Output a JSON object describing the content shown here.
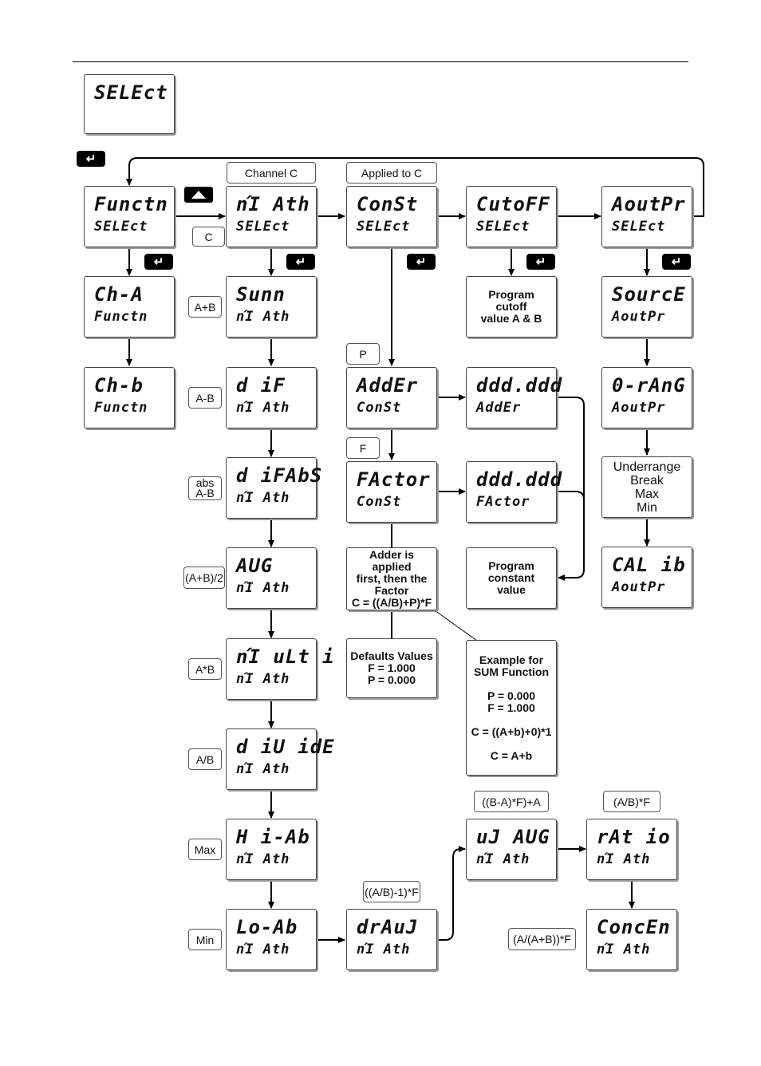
{
  "nodes": {
    "select_root": {
      "l1": "SELEct",
      "l2": ""
    },
    "functn": {
      "l1": "Functn",
      "l2": "SELEct"
    },
    "ch_a": {
      "l1": "Ch-A",
      "l2": "Functn"
    },
    "ch_b": {
      "l1": "Ch-b",
      "l2": "Functn"
    },
    "math": {
      "l1": "nΊ Ath",
      "l2": "SELEct"
    },
    "sum": {
      "l1": "Sunn",
      "l2": "nΊ Ath"
    },
    "dif": {
      "l1": "d iF",
      "l2": "nΊ Ath"
    },
    "difabs": {
      "l1": "d iFAbS",
      "l2": "nΊ Ath"
    },
    "avg": {
      "l1": "AUG",
      "l2": "nΊ Ath"
    },
    "multi": {
      "l1": "nΊ uLt i",
      "l2": "nΊ Ath"
    },
    "divide": {
      "l1": "d iU idE",
      "l2": "nΊ Ath"
    },
    "hiab": {
      "l1": "H i-Ab",
      "l2": "nΊ Ath"
    },
    "loab": {
      "l1": "Lo-Ab",
      "l2": "nΊ Ath"
    },
    "const": {
      "l1": "ConSt",
      "l2": "SELEct"
    },
    "adder": {
      "l1": "AddEr",
      "l2": "ConSt"
    },
    "factor": {
      "l1": "FActor",
      "l2": "ConSt"
    },
    "adder_val": {
      "l1": "ddd.ddd",
      "l2": "AddEr"
    },
    "factor_val": {
      "l1": "ddd.ddd",
      "l2": "FActor"
    },
    "cutoff": {
      "l1": "CutoFF",
      "l2": "SELEct"
    },
    "aoutpr": {
      "l1": "AoutPr",
      "l2": "SELEct"
    },
    "source": {
      "l1": "SourcE",
      "l2": "AoutPr"
    },
    "orang": {
      "l1": "0-rAnG",
      "l2": "AoutPr"
    },
    "calib": {
      "l1": "CAL ib",
      "l2": "AoutPr"
    },
    "draw": {
      "l1": "drAuJ",
      "l2": "nΊ Ath"
    },
    "wavg": {
      "l1": "uJ AUG",
      "l2": "nΊ Ath"
    },
    "ratio": {
      "l1": "rAt io",
      "l2": "nΊ Ath"
    },
    "concen": {
      "l1": "ConcEn",
      "l2": "nΊ Ath"
    }
  },
  "text_boxes": {
    "cutoff_prog": "Program\ncutoff\nvalue A & B",
    "const_prog": "Program\nconstant\nvalue",
    "adder_note": "Adder is applied\nfirst, then the\nFactor\nC = ((A/B)+P)*F",
    "defaults": "Defaults Values\nF = 1.000\nP = 0.000",
    "example": "Example for\nSUM Function\n\nP = 0.000\nF = 1.000\n\nC = ((A+b)+0)*1\n\nC = A+b",
    "under": "Underrange\nBreak\nMax\nMin"
  },
  "labels": {
    "channel_c": "Channel C",
    "applied_c": "Applied to C",
    "c": "C",
    "a_plus_b": "A+B",
    "a_minus_b": "A-B",
    "abs_ab": "abs\nA-B",
    "avg_f": "(A+B)/2",
    "a_times_b": "A*B",
    "a_div_b": "A/B",
    "max": "Max",
    "min": "Min",
    "p": "P",
    "f": "F",
    "draw_f": "((A/B)-1)*F",
    "wavg_f": "((B-A)*F)+A",
    "ratio_f": "(A/B)*F",
    "concen_f": "(A/(A+B))*F"
  },
  "icons": {
    "enter": "enter-key-icon",
    "up": "up-arrow-key-icon"
  }
}
